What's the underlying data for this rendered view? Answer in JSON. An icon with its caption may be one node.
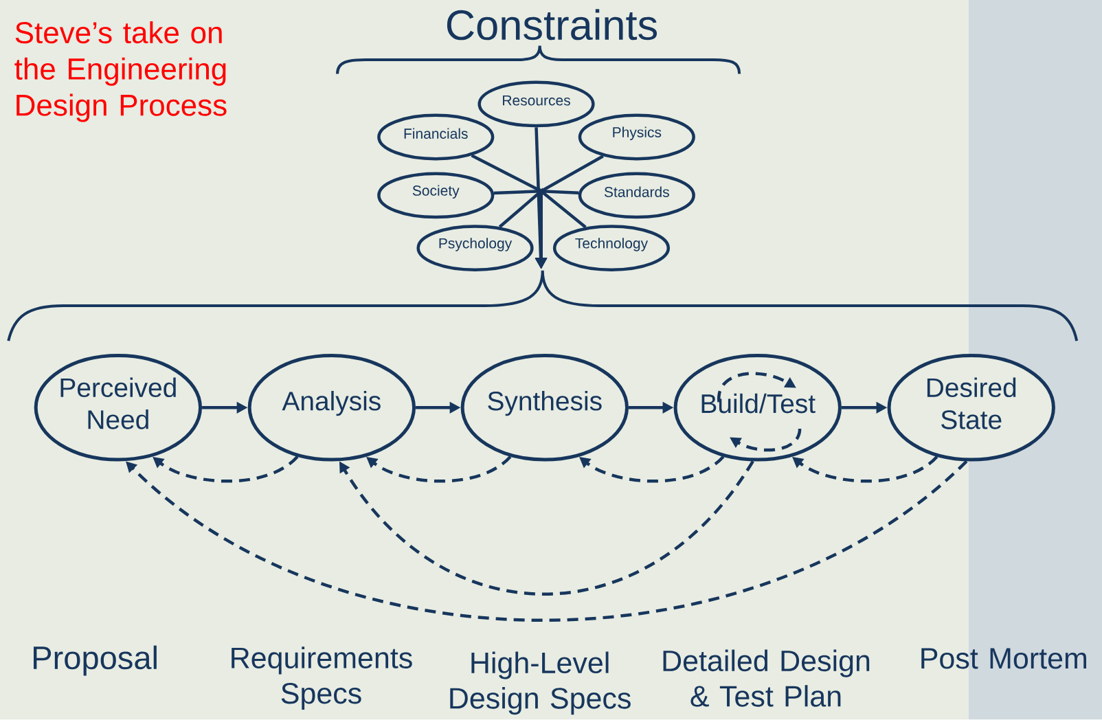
{
  "diagram": {
    "title": "Steve’s take on the Engineering Design Process",
    "nodes": [
      {
        "text": [
          "Resources"
        ]
      },
      {
        "text": [
          "Financials"
        ]
      },
      {
        "text": [
          "Physics"
        ]
      },
      {
        "text": [
          "Society"
        ]
      },
      {
        "text": [
          "Standards"
        ]
      },
      {
        "text": [
          "Psychology"
        ]
      },
      {
        "text": [
          "Technology"
        ]
      },
      {
        "text": [],
        "shape": "bracket"
      },
      {
        "text": [
          "Perceived Need"
        ]
      },
      {
        "text": [
          "Analysis"
        ]
      },
      {
        "text": [
          "Synthesis"
        ]
      },
      {
        "text": [
          "Build/Test"
        ]
      },
      {
        "text": [
          "Desired State"
        ]
      }
    ],
    "edges": [
      {
        "from": 0,
        "to": 7,
        "arrow": "to"
      },
      {
        "from": 1,
        "to": 7,
        "arrow": "to"
      },
      {
        "from": 2,
        "to": 7,
        "arrow": "to"
      },
      {
        "from": 3,
        "to": 7,
        "arrow": "to"
      },
      {
        "from": 4,
        "to": 7,
        "arrow": "to"
      },
      {
        "from": 5,
        "to": 7,
        "arrow": "to"
      },
      {
        "from": 6,
        "to": 7,
        "arrow": "to"
      },
      {
        "from": 8,
        "to": 9,
        "arrow": "to"
      },
      {
        "from": 9,
        "to": 10,
        "arrow": "to"
      },
      {
        "from": 10,
        "to": 11,
        "arrow": "to"
      },
      {
        "from": 11,
        "to": 12,
        "arrow": "to"
      },
      {
        "from": 9,
        "to": 8,
        "arrow": "to",
        "style": "dashed"
      },
      {
        "from": 10,
        "to": 9,
        "arrow": "to",
        "style": "dashed"
      },
      {
        "from": 11,
        "to": 10,
        "arrow": "to",
        "style": "dashed"
      },
      {
        "from": 12,
        "to": 11,
        "arrow": "to",
        "style": "dashed"
      },
      {
        "from": 11,
        "to": 9,
        "arrow": "to",
        "style": "dashed"
      },
      {
        "from": 12,
        "to": 8,
        "arrow": "to",
        "style": "dashed"
      },
      {
        "from": 11,
        "to": 11,
        "arrow": "to",
        "style": "dashed"
      },
      {
        "from": 11,
        "to": 11,
        "arrow": "to",
        "style": "dashed"
      }
    ],
    "labels": [
      "Constraints",
      "Proposal",
      "Requirements Specs",
      "High-Level Design Specs",
      "Detailed Design & Test Plan",
      "Post Mortem"
    ]
  }
}
